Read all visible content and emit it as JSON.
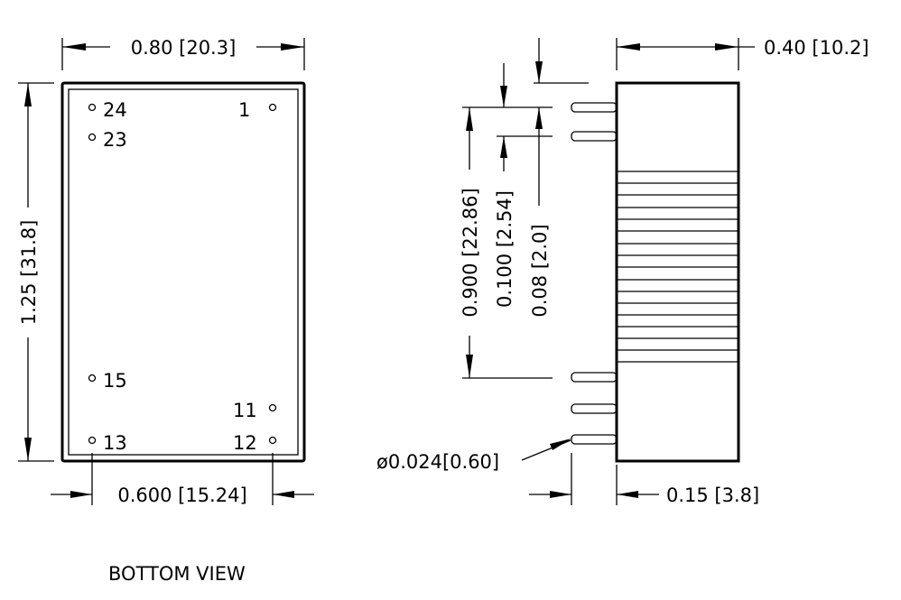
{
  "bottom_view": {
    "caption": "BOTTOM VIEW",
    "width_dim": "0.80 [20.3]",
    "height_dim": "1.25 [31.8]",
    "pin_span_dim": "0.600 [15.24]",
    "pins": [
      {
        "label": "24"
      },
      {
        "label": "23"
      },
      {
        "label": "1"
      },
      {
        "label": "15"
      },
      {
        "label": "11"
      },
      {
        "label": "13"
      },
      {
        "label": "12"
      }
    ]
  },
  "side_view": {
    "depth_dim": "0.40 [10.2]",
    "pin_row_dim": "0.900 [22.86]",
    "pin_pitch_dim": "0.100 [2.54]",
    "pin_offset_dim": "0.08 [2.0]",
    "pin_diameter_dim": "ø0.024[0.60]",
    "pin_length_dim": "0.15 [3.8]"
  }
}
